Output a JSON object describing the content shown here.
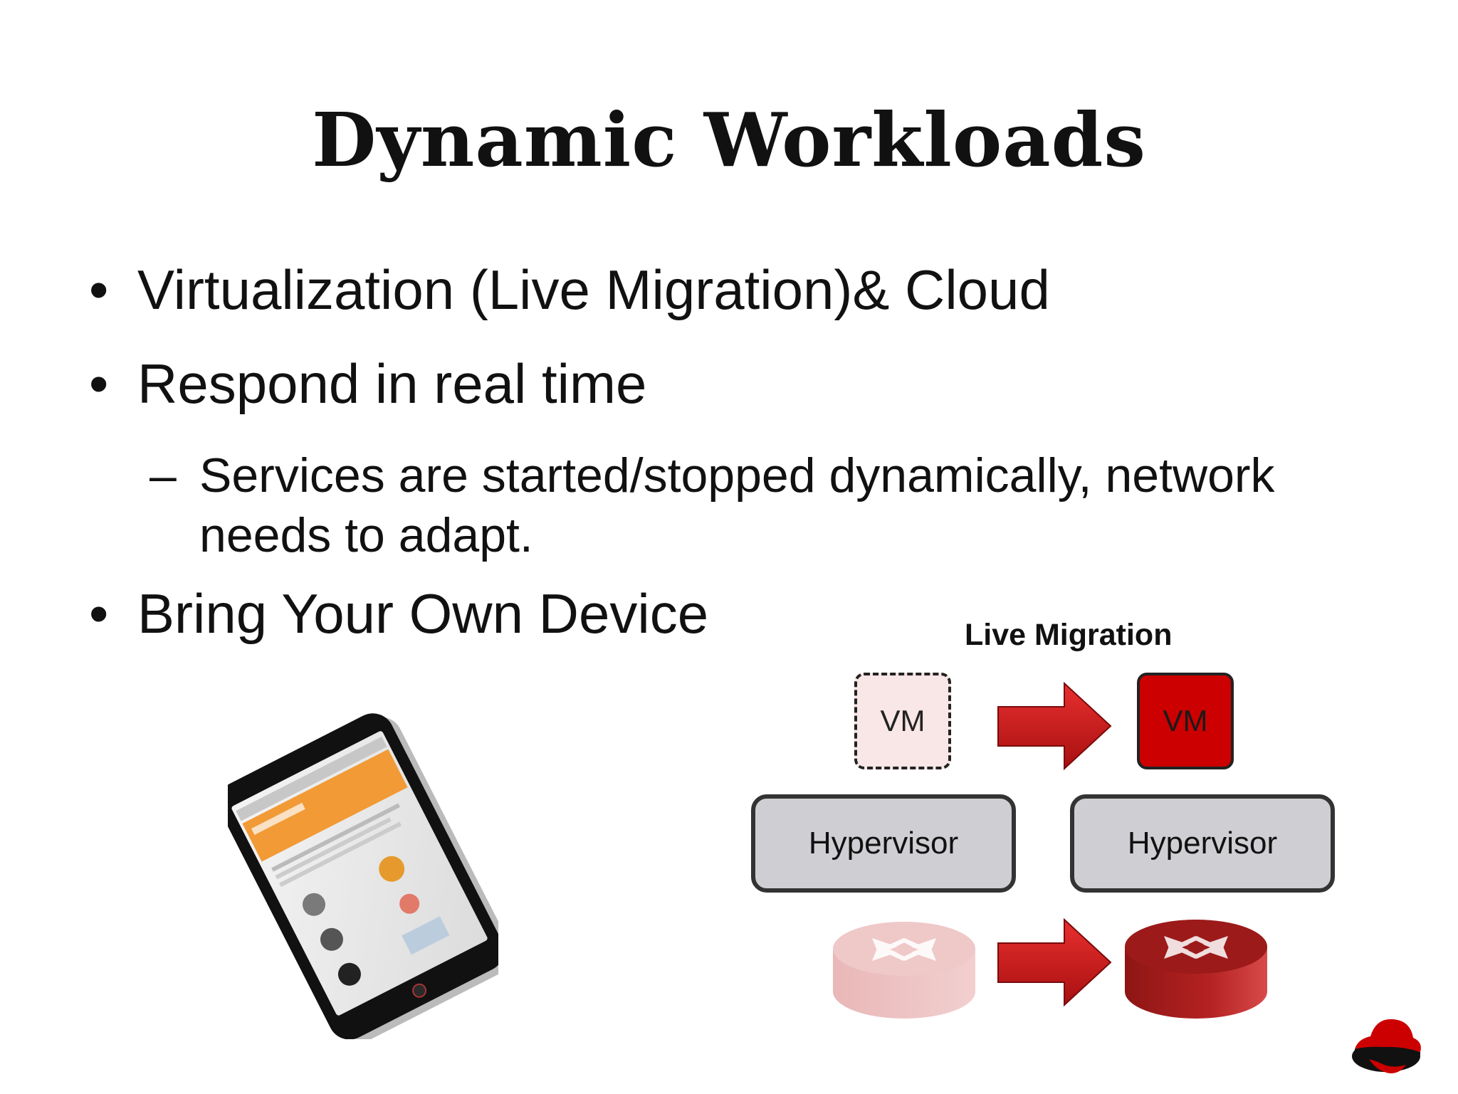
{
  "slide": {
    "title": "Dynamic Workloads",
    "bullets": [
      "Virtualization (Live Migration)& Cloud",
      "Respond in real time",
      "Bring Your Own Device"
    ],
    "sub_bullet": "Services are started/stopped dynamically, network needs to adapt.",
    "bullet_symbol": "•",
    "sub_bullet_symbol": "–"
  },
  "diagram": {
    "title": "Live Migration",
    "vm_source_label": "VM",
    "vm_target_label": "VM",
    "hypervisor_left_label": "Hypervisor",
    "hypervisor_right_label": "Hypervisor",
    "colors": {
      "accent_red": "#cc0000",
      "vm_source_fill": "#f9e6e6",
      "hypervisor_fill": "#cfcfd3",
      "arrow_red": "#d41f1f"
    }
  },
  "icons": [
    "tablet-device-image",
    "migration-arrow-icon",
    "router-icon",
    "redhat-logo"
  ]
}
